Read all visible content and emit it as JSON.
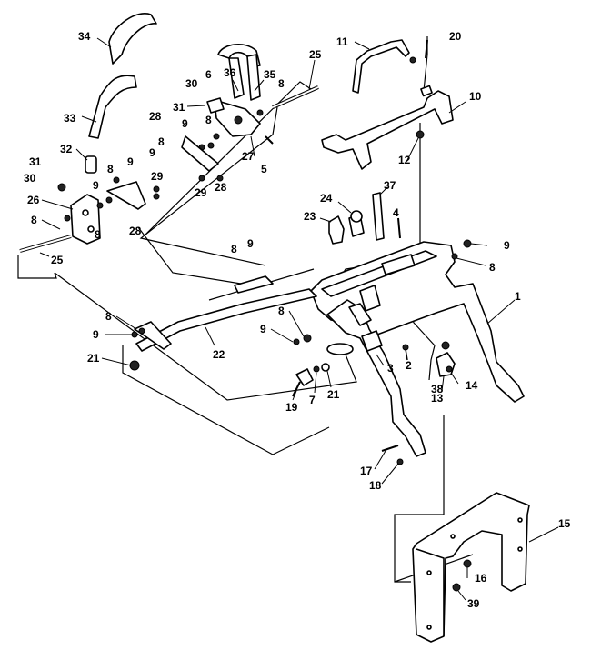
{
  "callouts": {
    "c1": "1",
    "c2": "2",
    "c3": "3",
    "c4": "4",
    "c5": "5",
    "c6": "6",
    "c7": "7",
    "c8a": "8",
    "c8b": "8",
    "c8c": "8",
    "c8d": "8",
    "c8e": "8",
    "c8f": "8",
    "c8g": "8",
    "c8h": "8",
    "c8i": "8",
    "c8j": "8",
    "c9a": "9",
    "c9b": "9",
    "c9c": "9",
    "c9d": "9",
    "c9e": "9",
    "c9f": "9",
    "c9g": "9",
    "c9h": "9",
    "c10": "10",
    "c11": "11",
    "c12": "12",
    "c13": "13",
    "c14": "14",
    "c15": "15",
    "c16": "16",
    "c17": "17",
    "c18": "18",
    "c19": "19",
    "c20": "20",
    "c21a": "21",
    "c21b": "21",
    "c22": "22",
    "c23": "23",
    "c24": "24",
    "c25a": "25",
    "c25b": "25",
    "c26": "26",
    "c27": "27",
    "c28a": "28",
    "c28b": "28",
    "c28c": "28",
    "c29a": "29",
    "c29b": "29",
    "c30a": "30",
    "c30b": "30",
    "c31a": "31",
    "c31b": "31",
    "c32": "32",
    "c33": "33",
    "c34": "34",
    "c35": "35",
    "c36": "36",
    "c37": "37",
    "c38": "38",
    "c39": "39"
  }
}
